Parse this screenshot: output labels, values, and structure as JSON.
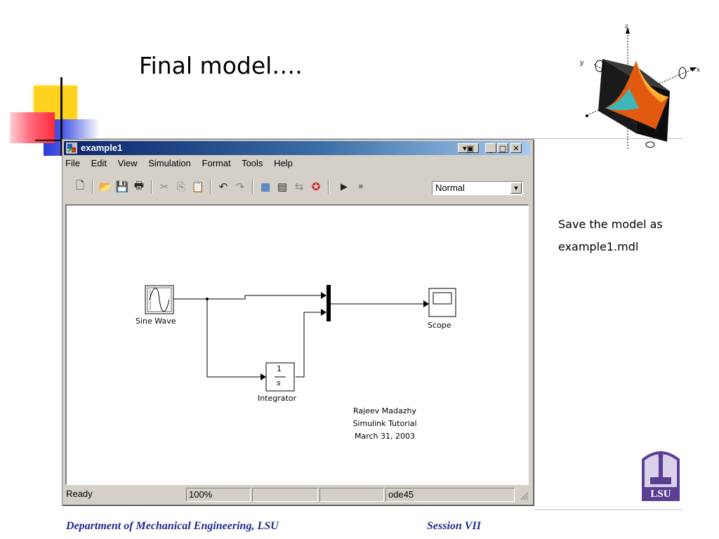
{
  "slide": {
    "title": "Final model….",
    "note_line1": "Save the model as",
    "note_line2": "example1.mdl",
    "footer_department": "Department of Mechanical Engineering, LSU",
    "footer_session": "Session VII",
    "logo_text": "LSU"
  },
  "window": {
    "title": "example1",
    "menu": [
      "File",
      "Edit",
      "View",
      "Simulation",
      "Format",
      "Tools",
      "Help"
    ],
    "toolbar_icons": [
      "new-icon",
      "open-icon",
      "save-icon",
      "print-icon",
      "cut-icon",
      "copy-icon",
      "paste-icon",
      "undo-icon",
      "redo-icon",
      "library-browser-icon",
      "model-explorer-icon",
      "debug-icon",
      "build-icon",
      "start-icon",
      "stop-icon"
    ],
    "sim_mode": "Normal"
  },
  "model": {
    "sine_label": "Sine Wave",
    "integrator_num": "1",
    "integrator_den": "s",
    "integrator_label": "Integrator",
    "scope_label": "Scope",
    "annotation": [
      "Rajeev Madazhy",
      "Simulink Tutorial",
      "March 31, 2003"
    ]
  },
  "status": {
    "state": "Ready",
    "zoom": "100%",
    "field3": "",
    "field4": "",
    "solver": "ode45"
  },
  "colors": {
    "titlebar_start": "#0a246a",
    "titlebar_end": "#a6caf0",
    "footer_text": "#1f2a8a",
    "logo": "#5b3f94"
  }
}
